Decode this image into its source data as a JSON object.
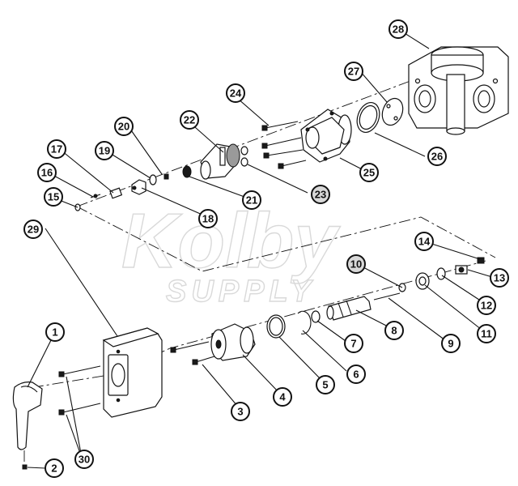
{
  "watermark": {
    "brand": "Kolby",
    "sub": "SUPPLY"
  },
  "colors": {
    "line": "#111111",
    "highlight_fill": "#d8d8d8",
    "normal_fill": "#ffffff",
    "watermark": "#d9d9d9"
  },
  "callouts": [
    {
      "id": "1",
      "label": "1"
    },
    {
      "id": "2",
      "label": "2"
    },
    {
      "id": "3",
      "label": "3"
    },
    {
      "id": "4",
      "label": "4"
    },
    {
      "id": "5",
      "label": "5"
    },
    {
      "id": "6",
      "label": "6"
    },
    {
      "id": "7",
      "label": "7"
    },
    {
      "id": "8",
      "label": "8"
    },
    {
      "id": "9",
      "label": "9"
    },
    {
      "id": "10",
      "label": "10",
      "highlighted": true
    },
    {
      "id": "11",
      "label": "11"
    },
    {
      "id": "12",
      "label": "12"
    },
    {
      "id": "13",
      "label": "13"
    },
    {
      "id": "14",
      "label": "14"
    },
    {
      "id": "15",
      "label": "15"
    },
    {
      "id": "16",
      "label": "16"
    },
    {
      "id": "17",
      "label": "17"
    },
    {
      "id": "18",
      "label": "18"
    },
    {
      "id": "19",
      "label": "19"
    },
    {
      "id": "20",
      "label": "20"
    },
    {
      "id": "21",
      "label": "21"
    },
    {
      "id": "22",
      "label": "22"
    },
    {
      "id": "23",
      "label": "23",
      "highlighted": true
    },
    {
      "id": "24",
      "label": "24"
    },
    {
      "id": "25",
      "label": "25"
    },
    {
      "id": "26",
      "label": "26"
    },
    {
      "id": "27",
      "label": "27"
    },
    {
      "id": "28",
      "label": "28"
    },
    {
      "id": "29",
      "label": "29"
    },
    {
      "id": "30",
      "label": "30"
    }
  ]
}
